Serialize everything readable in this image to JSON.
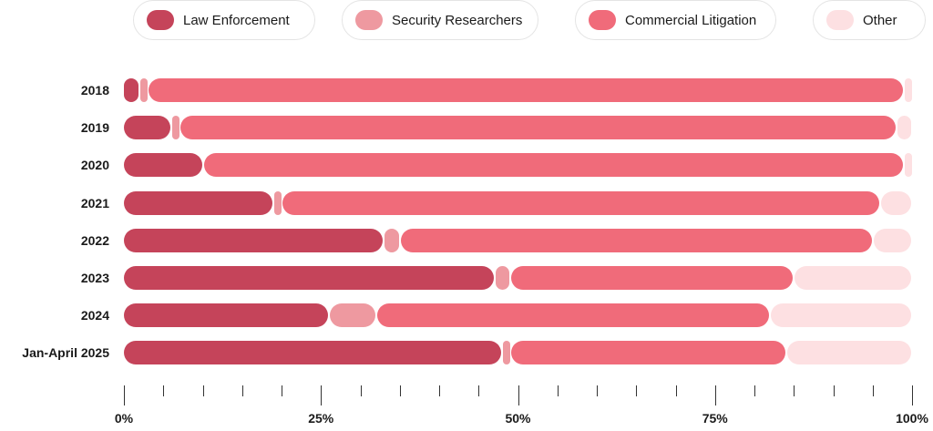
{
  "chart_data": {
    "type": "bar",
    "orientation": "horizontal",
    "stacked": true,
    "categories": [
      "2018",
      "2019",
      "2020",
      "2021",
      "2022",
      "2023",
      "2024",
      "Jan-April 2025"
    ],
    "series": [
      {
        "name": "Law Enforcement",
        "color": "#c5445a",
        "values": [
          2,
          6,
          10,
          19,
          33,
          47,
          26,
          48
        ]
      },
      {
        "name": "Security Researchers",
        "color": "#ee99a0",
        "values": [
          1,
          1,
          0,
          1,
          2,
          2,
          6,
          1
        ]
      },
      {
        "name": "Commercial Litigation",
        "color": "#f06b7a",
        "values": [
          96,
          91,
          89,
          76,
          60,
          36,
          50,
          35
        ]
      },
      {
        "name": "Other",
        "color": "#fde0e2",
        "values": [
          1,
          2,
          1,
          4,
          5,
          15,
          18,
          16
        ]
      }
    ],
    "xlim": [
      0,
      100
    ],
    "x_ticks": [
      "0%",
      "25%",
      "50%",
      "75%",
      "100%"
    ],
    "legend_position": "top"
  }
}
